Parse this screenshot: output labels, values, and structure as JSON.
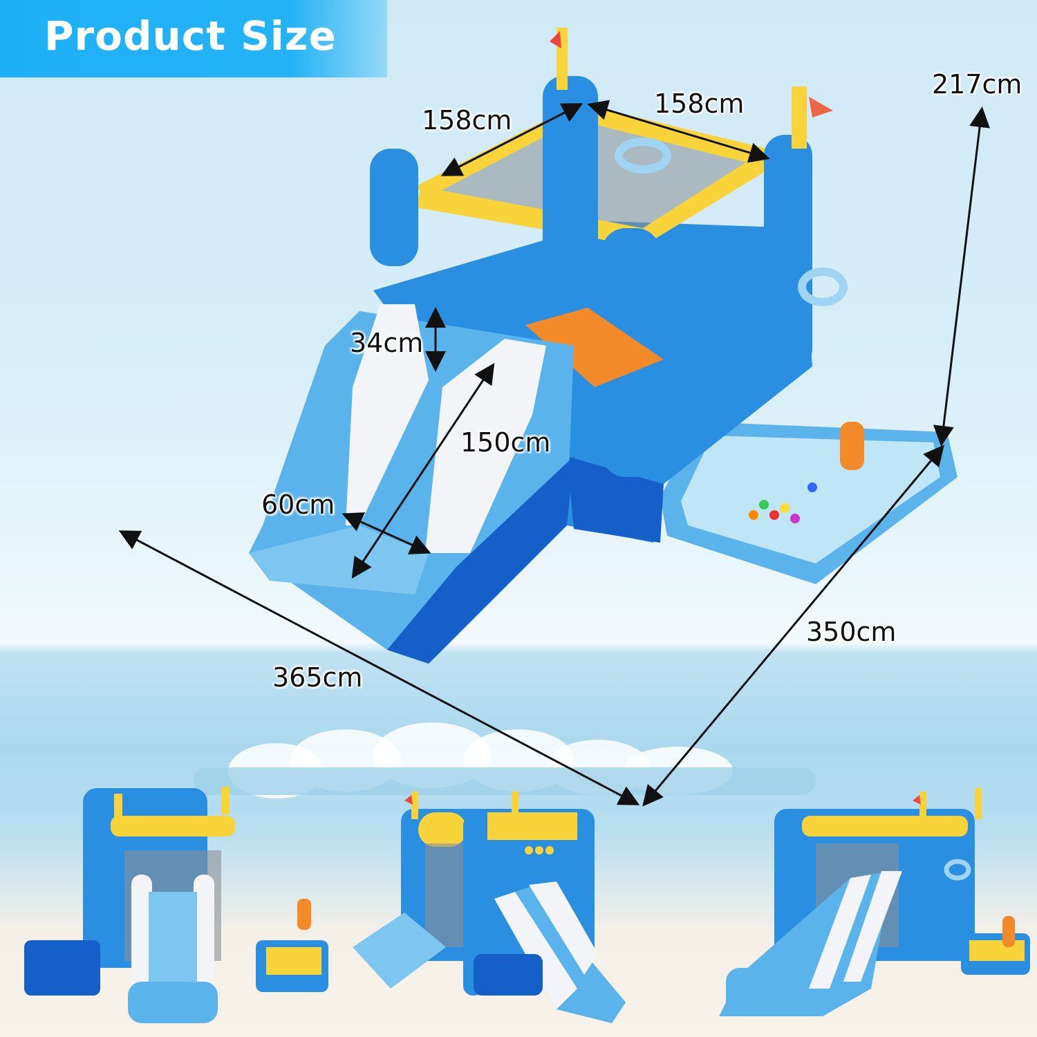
{
  "banner": {
    "title": "Product Size",
    "color": "#1eb0f6"
  },
  "dimensions": {
    "height": "217cm",
    "top_left_edge": "158cm",
    "top_right_edge": "158cm",
    "slide_wall_height": "34cm",
    "slide_length": "150cm",
    "slide_width": "60cm",
    "overall_length": "365cm",
    "overall_width": "350cm"
  },
  "product": {
    "name": "inflatable bounce castle with slide and ball pit",
    "colors": {
      "main_blue": "#2a8fe0",
      "dark_blue": "#1560c8",
      "light_blue": "#7cc6f0",
      "yellow": "#f8d43a",
      "orange": "#f28a2a",
      "white": "#f2f4f8"
    }
  },
  "views": [
    {
      "label": "front-view"
    },
    {
      "label": "angled-left-view"
    },
    {
      "label": "angled-right-view"
    }
  ]
}
